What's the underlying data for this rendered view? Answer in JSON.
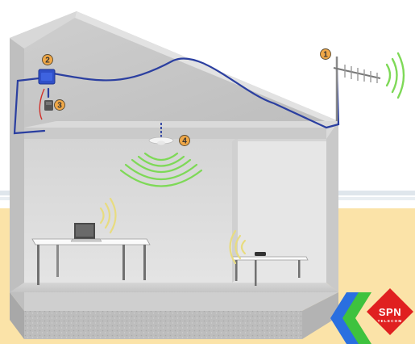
{
  "callouts": {
    "antenna": "1",
    "repeater": "2",
    "power_supply": "3",
    "indoor_antenna": "4"
  },
  "logo": {
    "name": "SPN",
    "tagline": "TELECOM"
  },
  "colors": {
    "signal_green": "#7ed957",
    "signal_yellow": "#e8dc80",
    "cable_blue": "#2b3fa0",
    "repeater_blue": "#2f4fc8",
    "callout_fill": "#f0a848",
    "logo_red": "#e02020",
    "logo_green": "#3ec23e",
    "logo_blue": "#2a6fe0",
    "floor_band": "#fbe3a8",
    "wall": "#dcdcdc",
    "ceiling": "#c6c6c6"
  },
  "icons": [
    "outdoor-yagi-antenna-icon",
    "repeater-box-icon",
    "power-supply-icon",
    "ceiling-antenna-icon",
    "laptop-icon",
    "phone-icon"
  ]
}
